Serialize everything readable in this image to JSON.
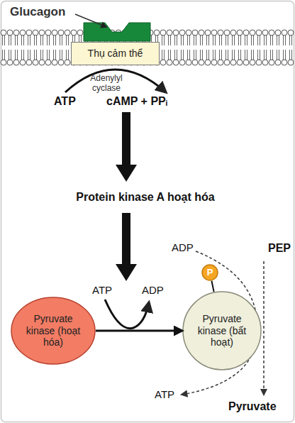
{
  "diagram": {
    "nodes": [
      {
        "text": [
          "Thụ cảm thể"
        ]
      },
      {
        "text": [
          "Pyruvate kinase (hoạt hóa)"
        ]
      },
      {
        "text": [
          "P"
        ]
      },
      {
        "text": [
          "Pyruvate kinase (bất hoạt)"
        ]
      }
    ],
    "edges": [
      {
        "from": 1,
        "to": 3,
        "arrow": "to"
      },
      {
        "from": 2,
        "to": 3,
        "arrow": "none"
      }
    ],
    "labels": [
      "Glucagon",
      "Adenylyl cyclase",
      "ATP",
      "cAMP + PPᵢ",
      "Protein kinase A hoạt hóa",
      "ATP",
      "ADP",
      "ADP",
      "PEP",
      "ATP",
      "Pyruvate"
    ]
  }
}
